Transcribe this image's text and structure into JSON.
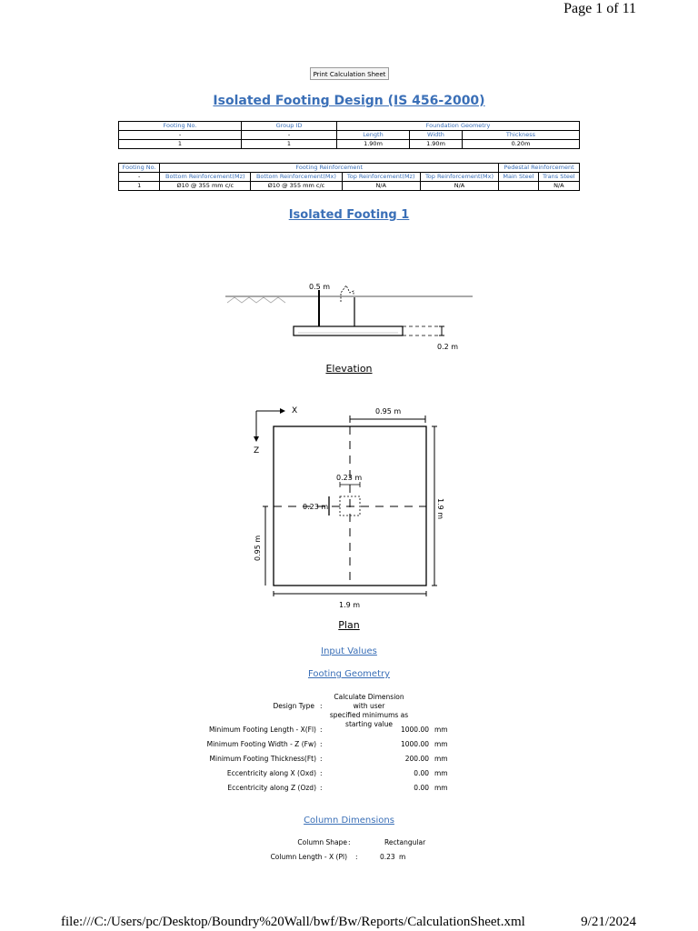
{
  "page": {
    "page_number": "Page 1 of 11"
  },
  "toolbar": {
    "print_label": "Print Calculation Sheet"
  },
  "title": "Isolated Footing Design (IS 456-2000)",
  "geometry_table": {
    "headers": {
      "footing_no": "Footing No.",
      "group_id": "Group ID",
      "foundation_geometry": "Foundation Geometry"
    },
    "subheaders": {
      "dash1": "-",
      "dash2": "-",
      "length": "Length",
      "width": "Width",
      "thickness": "Thickness"
    },
    "row": {
      "footing_no": "1",
      "group_id": "1",
      "length": "1.90m",
      "width": "1.90m",
      "thickness": "0.20m"
    }
  },
  "reinforcement_table": {
    "headers": {
      "footing_no": "Footing No.",
      "footing_reinforcement": "Footing Reinforcement",
      "pedestal_reinforcement": "Pedestal Reinforcement"
    },
    "subheaders": {
      "dash": "-",
      "bottom_mz": "Bottom Reinforcement(Mz)",
      "bottom_mx": "Bottom Reinforcement(Mx)",
      "top_mz": "Top Reinforcement(Mz)",
      "top_mx": "Top Reinforcement(Mx)",
      "main_steel": "Main Steel",
      "trans_steel": "Trans Steel"
    },
    "row": {
      "footing_no": "1",
      "bottom_mz": "Ø10 @ 355 mm c/c",
      "bottom_mx": "Ø10 @ 355 mm c/c",
      "top_mz": "N/A",
      "top_mx": "N/A",
      "main_steel": "",
      "trans_steel": "N/A"
    }
  },
  "section_title": "Isolated Footing 1",
  "elevation": {
    "label": "Elevation",
    "dim_pedestal": "0.5 m",
    "dim_thickness": "0.2 m"
  },
  "plan": {
    "label": "Plan",
    "axis_x": "X",
    "axis_z": "Z",
    "dim_half_width": "0.95 m",
    "dim_col_width": "0.23 m",
    "dim_col_length": "0.23 m",
    "dim_length": "1.9 m",
    "dim_half_length": "0.95 m",
    "dim_width": "1.9 m"
  },
  "input_values": {
    "heading": "Input Values",
    "footing_geometry": {
      "heading": "Footing Geometry",
      "design_type": {
        "label": "Design Type",
        "value_line1": "Calculate Dimension with user",
        "value_line2": "specified minimums as",
        "value_line3": "starting value"
      },
      "rows": [
        {
          "label": "Minimum Footing Length - X(Fl)",
          "value": "1000.00",
          "unit": "mm"
        },
        {
          "label": "Minimum Footing Width - Z (Fw)",
          "value": "1000.00",
          "unit": "mm"
        },
        {
          "label": "Minimum Footing Thickness(Ft)",
          "value": "200.00",
          "unit": "mm"
        },
        {
          "label": "Eccentricity along X (Oxd)",
          "value": "0.00",
          "unit": "mm"
        },
        {
          "label": "Eccentricity along Z (Ozd)",
          "value": "0.00",
          "unit": "mm"
        }
      ]
    },
    "column_dimensions": {
      "heading": "Column Dimensions",
      "rows": [
        {
          "label": "Column Shape",
          "value": "Rectangular",
          "unit": ""
        },
        {
          "label": "Column Length - X (Pl)",
          "value": "0.23",
          "unit": "m"
        }
      ]
    }
  },
  "footer": {
    "path": "file:///C:/Users/pc/Desktop/Boundry%20Wall/bwf/Bw/Reports/CalculationSheet.xml",
    "date": "9/21/2024"
  }
}
